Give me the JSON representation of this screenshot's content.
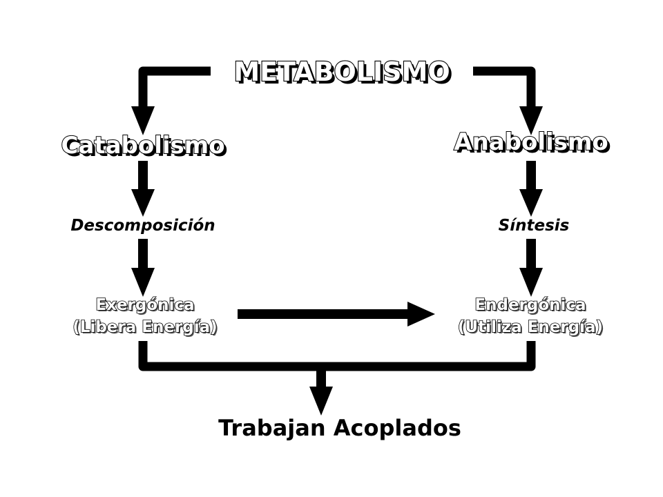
{
  "diagram": {
    "title": "METABOLISMO",
    "left": {
      "branch": "Catabolismo",
      "process": "Descomposición",
      "energy_line1": "Exergónica",
      "energy_line2": "(Libera Energía)"
    },
    "right": {
      "branch": "Anabolismo",
      "process": "Síntesis",
      "energy_line1": "Endergónica",
      "energy_line2": "(Utiliza Energía)"
    },
    "result": "Trabajan Acoplados",
    "colors": {
      "ink": "#000000",
      "background": "#ffffff"
    }
  }
}
